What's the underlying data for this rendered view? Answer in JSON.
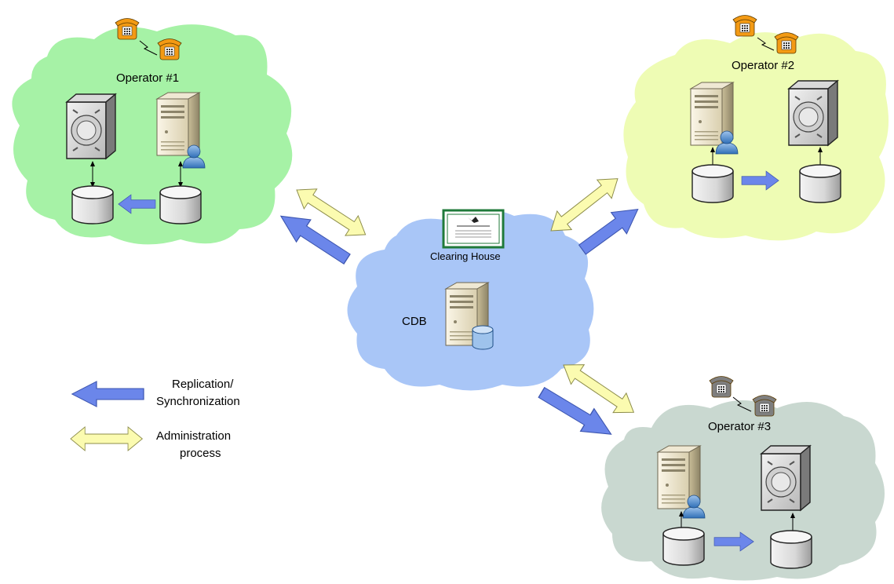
{
  "title": "",
  "clouds": {
    "operator1": {
      "label": "Operator #1",
      "color": "#a6f2a6"
    },
    "operator2": {
      "label": "Operator #2",
      "color": "#eefcb4"
    },
    "operator3": {
      "label": "Operator #3",
      "color": "#c9d8d0"
    },
    "clearing_house": {
      "label": "Clearing House",
      "color": "#a9c6f7"
    }
  },
  "cdb": {
    "label": "CDB"
  },
  "legend": {
    "replication": {
      "line1": "Replication/",
      "line2": "Synchronization"
    },
    "administration": {
      "line1": "Administration",
      "line2": "process"
    }
  },
  "colors": {
    "replication_arrow": "#6b86ea",
    "administration_arrow": "#fbfbb0",
    "phone_orange": "#f39a14",
    "phone_gray": "#7f7f7f"
  },
  "icons": [
    "phone-icon",
    "firewall-icon",
    "server-icon",
    "user-icon",
    "database-icon",
    "certificate-icon"
  ]
}
